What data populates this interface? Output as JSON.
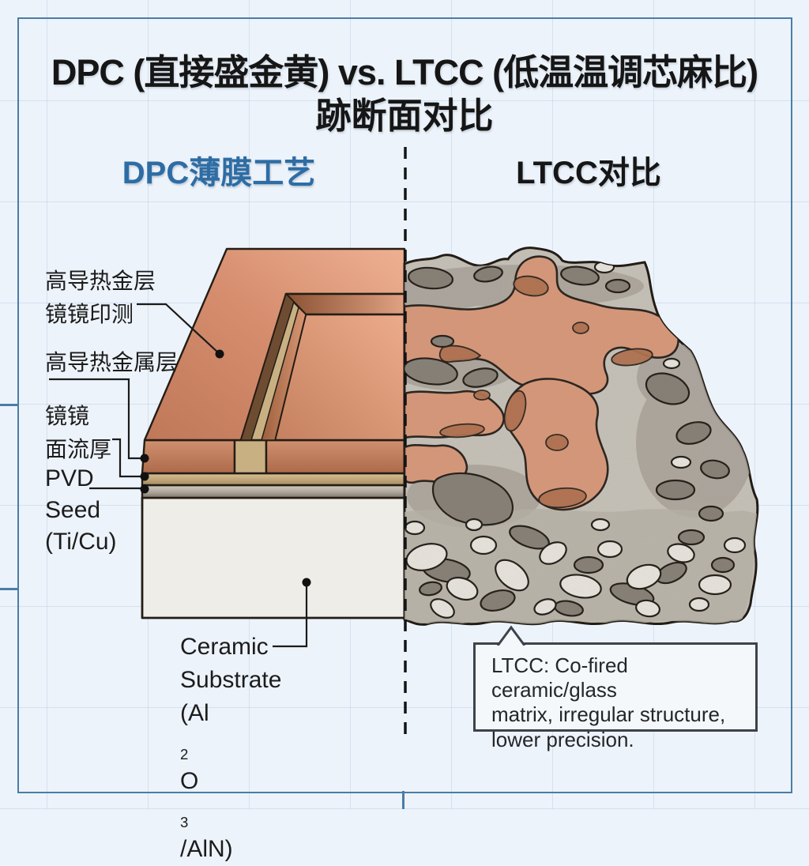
{
  "title": {
    "line1": "DPC (直接盛金黄) vs. LTCC (低温温调芯麻比)",
    "line2": "跡断面对比"
  },
  "headers": {
    "dpc": "DPC薄膜工艺",
    "ltcc": "LTCC对比"
  },
  "dpc_labels": {
    "top_metal_line1": "高导热金层",
    "top_metal_line2": "镜镜印测",
    "metal_layer": "高导热金属层",
    "plating_line1": "镜镜",
    "plating_line2": "面流厚",
    "pvd_line1": "PVD",
    "pvd_line2": "Seed",
    "pvd_line3": "(Ti/Cu)",
    "substrate_line1": "Ceramic",
    "substrate_line2": "Substrate",
    "substrate_formula": {
      "pre": "(Al",
      "sub1": "2",
      "mid": "O",
      "sub2": "3",
      "post": "/AlN)"
    }
  },
  "ltcc_callout": {
    "lines": [
      "LTCC: Co-fired ceramic/glass",
      "matrix, irregular structure,",
      "lower precision."
    ]
  },
  "colors": {
    "page_bg": "#edf3fa",
    "frame_blue": "#4a7da6",
    "accent_blue": "#2e6da4",
    "text_dark": "#161616",
    "copper": "#d9987a",
    "copper_dark": "#b1714f",
    "gold": "#c9b083",
    "pvd_gray": "#a89f93",
    "substrate": "#efede8",
    "ltcc_base": "#c7c3ba",
    "ltcc_dark_stone": "#867f75",
    "ltcc_light_stone": "#eae7e0",
    "callout_bg": "#f5f8fb",
    "callout_border": "#3d434b"
  }
}
